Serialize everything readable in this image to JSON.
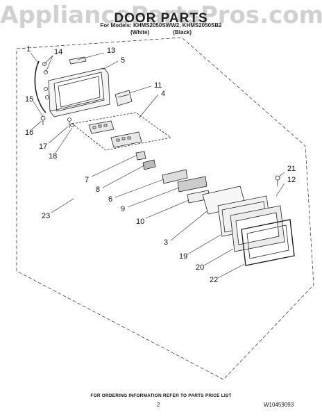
{
  "watermark": "AppliancePartsPros.com",
  "header": {
    "title": "DOOR PARTS",
    "models": "For Models: KHMS2050SWW2, KHMS2050SB2",
    "colors": "(White) (Black)"
  },
  "callouts": {
    "c1": "1",
    "c14": "14",
    "c13": "13",
    "c5": "5",
    "c11": "11",
    "c4": "4",
    "c15": "15",
    "c16": "16",
    "c17": "17",
    "c18": "18",
    "c7": "7",
    "c8": "8",
    "c6": "6",
    "c9": "9",
    "c10": "10",
    "c21": "21",
    "c12": "12",
    "c23": "23",
    "c3": "3",
    "c19": "19",
    "c20": "20",
    "c22": "22"
  },
  "footer": {
    "ordering_info": "FOR ORDERING INFORMATION REFER TO PARTS PRICE LIST",
    "page": "2",
    "doc_number": "W10459093"
  }
}
